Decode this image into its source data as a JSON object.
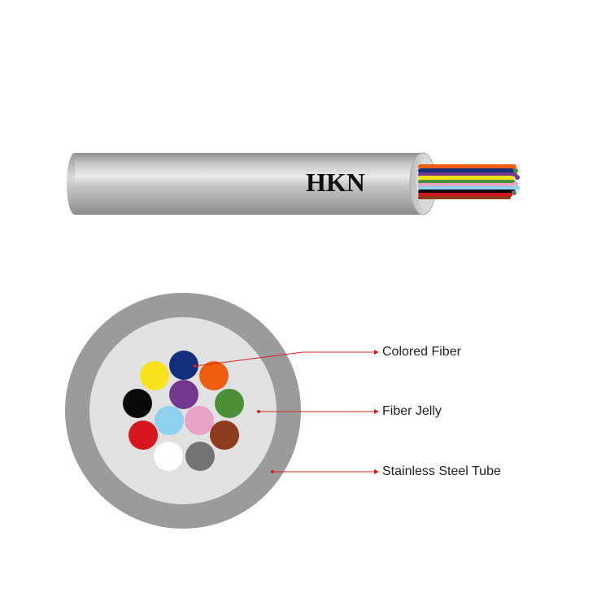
{
  "brand_text": "HKN",
  "labels": {
    "colored_fiber": "Colored Fiber",
    "fiber_jelly": "Fiber Jelly",
    "stainless_steel_tube": "Stainless Steel Tube"
  },
  "colors": {
    "tube_outer": "#9b9b9b",
    "tube_inner_jelly": "#e1e1e1",
    "callout_line": "#d0241e"
  },
  "fibers": [
    {
      "name": "blue",
      "color": "#12307a"
    },
    {
      "name": "yellow",
      "color": "#f7e21b"
    },
    {
      "name": "orange",
      "color": "#ee5e11"
    },
    {
      "name": "purple",
      "color": "#74398f"
    },
    {
      "name": "black",
      "color": "#0a0a0a"
    },
    {
      "name": "green",
      "color": "#4b8f37"
    },
    {
      "name": "light-blue",
      "color": "#8ed1ee"
    },
    {
      "name": "pink",
      "color": "#e7a3c6"
    },
    {
      "name": "red",
      "color": "#d5171d"
    },
    {
      "name": "brown",
      "color": "#8f3c1e"
    },
    {
      "name": "white",
      "color": "#ffffff"
    },
    {
      "name": "gray",
      "color": "#737373"
    }
  ]
}
